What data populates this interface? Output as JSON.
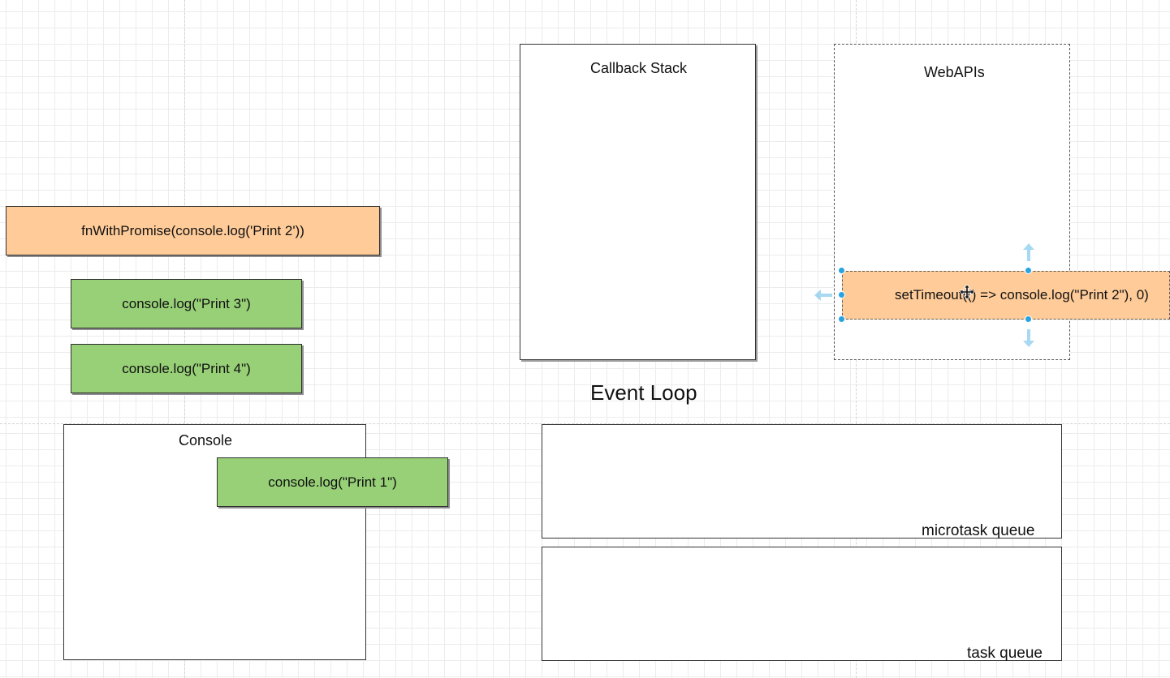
{
  "diagram": {
    "event_loop_title": "Event Loop",
    "callback_stack": {
      "label": "Callback Stack"
    },
    "web_apis": {
      "label": "WebAPIs"
    },
    "console": {
      "label": "Console"
    },
    "microtask_queue": {
      "label": "microtask queue"
    },
    "task_queue": {
      "label": "task queue"
    },
    "blocks": {
      "fn_with_promise": "fnWithPromise(console.log('Print 2'))",
      "print_3": "console.log(\"Print 3\")",
      "print_4": "console.log(\"Print 4\")",
      "print_1": "console.log(\"Print 1\")",
      "set_timeout": "setTimeout(() => console.log(\"Print 2\"), 0)"
    }
  },
  "colors": {
    "orange_block": "#ffcc99",
    "green_block": "#97d077",
    "selection_handle": "#29a3e0"
  },
  "icons": {
    "cursor": "move-cursor-icon",
    "handles": "selection-handle-icon",
    "arrows": "connect-arrow-icon"
  }
}
